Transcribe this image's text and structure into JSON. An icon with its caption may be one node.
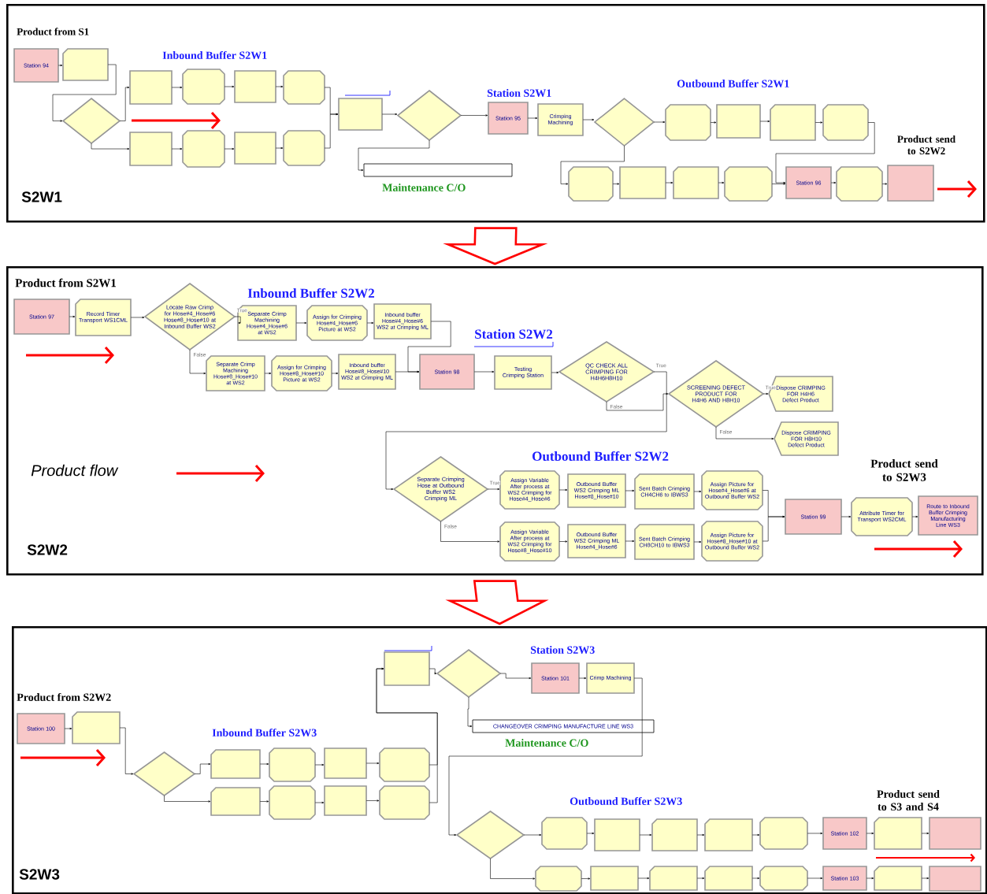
{
  "diagram": {
    "nodes": [
      {
        "text": [
          "Product from S1",
          "Inbound Buffer S2W1",
          "Station S2W1",
          "Outbound Buffer S2W1",
          "Maintenance C/O",
          "Product send to S2W2",
          "S2W1"
        ]
      },
      {
        "text": [
          "Station 94"
        ],
        "in": 0
      },
      {
        "text": [],
        "shape": "box",
        "in": 0
      },
      {
        "text": [],
        "shape": "diamond",
        "in": 0
      },
      {
        "text": [],
        "shape": "box",
        "in": 0
      },
      {
        "text": [],
        "shape": "box",
        "in": 0
      },
      {
        "text": [],
        "shape": "box",
        "in": 0
      },
      {
        "text": [],
        "shape": "box",
        "in": 0
      },
      {
        "text": [],
        "shape": "box",
        "in": 0
      },
      {
        "text": [],
        "shape": "box",
        "in": 0
      },
      {
        "text": [],
        "shape": "box",
        "in": 0
      },
      {
        "text": [],
        "shape": "box",
        "in": 0
      },
      {
        "text": [],
        "shape": "box",
        "in": 0
      },
      {
        "text": [],
        "shape": "diamond",
        "in": 0
      },
      {
        "text": [
          "Station 95"
        ],
        "in": 0
      },
      {
        "text": [
          "Crimping Machining"
        ],
        "in": 0
      },
      {
        "text": [],
        "shape": "diamond",
        "in": 0
      },
      {
        "text": [],
        "shape": "box",
        "in": 0
      },
      {
        "text": [],
        "shape": "box",
        "in": 0
      },
      {
        "text": [],
        "shape": "box",
        "in": 0
      },
      {
        "text": [],
        "shape": "box",
        "in": 0
      },
      {
        "text": [],
        "shape": "box",
        "in": 0
      },
      {
        "text": [],
        "shape": "box",
        "in": 0
      },
      {
        "text": [],
        "shape": "box",
        "in": 0
      },
      {
        "text": [],
        "shape": "box",
        "in": 0
      },
      {
        "text": [],
        "shape": "box",
        "in": 0
      },
      {
        "text": [
          "Station 96"
        ],
        "in": 0
      },
      {
        "text": [],
        "shape": "box",
        "in": 0
      },
      {
        "text": [],
        "shape": "box",
        "in": 0
      },
      {
        "text": [
          "Product from S2W1",
          "Inbound Buffer S2W2",
          "Station S2W2",
          "Product flow",
          "Outbound Buffer S2W2",
          "Product send to S2W3",
          "S2W2"
        ]
      },
      {
        "text": [
          "Station 97"
        ],
        "in": 29
      },
      {
        "text": [
          "Record Timer Transport WS1CML"
        ],
        "in": 29
      },
      {
        "text": [
          "Locate Raw Crimp for Hose#4_Hose#6 Hose#8_Hose#10 at Inbound Buffer WS2"
        ],
        "in": 29
      },
      {
        "text": [
          "Separate Crimp Machining Hose#4_Hose#6 at WS2"
        ],
        "in": 29
      },
      {
        "text": [
          "Assign for Crimping Hose#4_Hose#6 Picture at WS2"
        ],
        "in": 29
      },
      {
        "text": [
          "Inbound buffer Hose#4_Hose#6 WS2 at Crimping ML"
        ],
        "in": 29
      },
      {
        "text": [
          "Separate Crimp Machining Hose#8_Hose#10 at WS2"
        ],
        "in": 29
      },
      {
        "text": [
          "Assign for Crimping Hose#8_Hose#10 Picture at WS2"
        ],
        "in": 29
      },
      {
        "text": [
          "Inbound buffer Hose#8_Hose#10 WS2 at Crimping ML"
        ],
        "in": 29
      },
      {
        "text": [
          "Station 98"
        ],
        "in": 29
      },
      {
        "text": [
          "Testing Crimping Station"
        ],
        "in": 29
      },
      {
        "text": [
          "QC CHECK ALL CRIMPING FOR H4H6H8H10"
        ],
        "in": 29
      },
      {
        "text": [
          "SCREENING DEFECT PRODUCT FOR H4H6 AND H8H10"
        ],
        "in": 29
      },
      {
        "text": [
          "Dispose CRIMPING FOR H4H6 Defect Product"
        ],
        "in": 29
      },
      {
        "text": [
          "Dispose CRIMPING FOR H8H10 Defect Product"
        ],
        "in": 29
      },
      {
        "text": [
          "Separate Crimping Hose at Outbound Buffer WS2 Crimping ML"
        ],
        "in": 29
      },
      {
        "text": [
          "Assign Variable After process at WS2 Crimping for Hose#4_Hose#6"
        ],
        "in": 29
      },
      {
        "text": [
          "Outbound Buffer WS2 Crimping ML Hose#8_Hose#10"
        ],
        "in": 29
      },
      {
        "text": [
          "Sent Batch Crimping CH4CH6 to IBWS3"
        ],
        "in": 29
      },
      {
        "text": [
          "Assign Picture for Hose#4_Hose#6 at Outbound Buffer WS2"
        ],
        "in": 29
      },
      {
        "text": [
          "Assign Variable After process at WS2 Crimping for Hose#8_Hose#10"
        ],
        "in": 29
      },
      {
        "text": [
          "Outbound Buffer WS2 Crimping ML Hose#4_Hose#6"
        ],
        "in": 29
      },
      {
        "text": [
          "Sent Batch Crimping CH8CH10 to IBWS3"
        ],
        "in": 29
      },
      {
        "text": [
          "Assign Picture for Hose#8_Hose#10 at Outbound Buffer WS2"
        ],
        "in": 29
      },
      {
        "text": [
          "Station 99"
        ],
        "in": 29
      },
      {
        "text": [
          "Attribute Timer for Transport WS2CML"
        ],
        "in": 29
      },
      {
        "text": [
          "Route to Inbound Buffer Crimping Manufacturing Line WS3"
        ],
        "in": 29
      },
      {
        "text": [
          "Product from S2W2",
          "Station S2W3",
          "Inbound Buffer S2W3",
          "Maintenance C/O",
          "Outbound Buffer S2W3",
          "Product send to S3 and S4",
          "S2W3"
        ]
      },
      {
        "text": [
          "Station 100"
        ],
        "in": 57
      },
      {
        "text": [],
        "shape": "box",
        "in": 57
      },
      {
        "text": [],
        "shape": "diamond",
        "in": 57
      },
      {
        "text": [],
        "shape": "box",
        "in": 57
      },
      {
        "text": [],
        "shape": "box",
        "in": 57
      },
      {
        "text": [],
        "shape": "box",
        "in": 57
      },
      {
        "text": [],
        "shape": "box",
        "in": 57
      },
      {
        "text": [],
        "shape": "box",
        "in": 57
      },
      {
        "text": [],
        "shape": "box",
        "in": 57
      },
      {
        "text": [],
        "shape": "box",
        "in": 57
      },
      {
        "text": [],
        "shape": "box",
        "in": 57
      },
      {
        "text": [],
        "shape": "box",
        "in": 57
      },
      {
        "text": [],
        "shape": "diamond",
        "in": 57
      },
      {
        "text": [
          "Station 101"
        ],
        "in": 57
      },
      {
        "text": [
          "Crimp Machining"
        ],
        "in": 57
      },
      {
        "text": [
          "CHANGEOVER CRIMPING MANUFACTURE LINE WS3"
        ],
        "in": 57
      },
      {
        "text": [],
        "shape": "diamond",
        "in": 57
      },
      {
        "text": [],
        "shape": "box",
        "in": 57
      },
      {
        "text": [],
        "shape": "box",
        "in": 57
      },
      {
        "text": [],
        "shape": "box",
        "in": 57
      },
      {
        "text": [],
        "shape": "box",
        "in": 57
      },
      {
        "text": [],
        "shape": "box",
        "in": 57
      },
      {
        "text": [
          "Station 102"
        ],
        "in": 57
      },
      {
        "text": [],
        "shape": "box",
        "in": 57
      },
      {
        "text": [],
        "shape": "box",
        "in": 57
      },
      {
        "text": [],
        "shape": "box",
        "in": 57
      },
      {
        "text": [],
        "shape": "box",
        "in": 57
      },
      {
        "text": [],
        "shape": "box",
        "in": 57
      },
      {
        "text": [],
        "shape": "box",
        "in": 57
      },
      {
        "text": [],
        "shape": "box",
        "in": 57
      },
      {
        "text": [
          "Station 103"
        ],
        "in": 57
      },
      {
        "text": [],
        "shape": "box",
        "in": 57
      },
      {
        "text": [],
        "shape": "box",
        "in": 57
      }
    ],
    "edges": [
      {
        "from": 0,
        "to": 29,
        "arrow": "to",
        "style": "thick",
        "color": "#ff0000"
      },
      {
        "from": 29,
        "to": 57,
        "arrow": "to",
        "style": "thick",
        "color": "#ff0000"
      },
      {
        "from": 1,
        "to": 2,
        "arrow": "to"
      },
      {
        "from": 2,
        "to": 3,
        "arrow": "to"
      },
      {
        "from": 3,
        "to": 4,
        "arrow": "to"
      },
      {
        "from": 3,
        "to": 8,
        "arrow": "to"
      },
      {
        "from": 4,
        "to": 5,
        "arrow": "to"
      },
      {
        "from": 5,
        "to": 6,
        "arrow": "to"
      },
      {
        "from": 6,
        "to": 7,
        "arrow": "to"
      },
      {
        "from": 8,
        "to": 9,
        "arrow": "to"
      },
      {
        "from": 9,
        "to": 10,
        "arrow": "to"
      },
      {
        "from": 10,
        "to": 11,
        "arrow": "to"
      },
      {
        "from": 7,
        "to": 12,
        "arrow": "to"
      },
      {
        "from": 11,
        "to": 12,
        "arrow": "to"
      },
      {
        "from": 12,
        "to": 13,
        "arrow": "to"
      },
      {
        "from": 13,
        "to": 14,
        "arrow": "to"
      },
      {
        "from": 13,
        "to": 17,
        "arrow": "to"
      },
      {
        "from": 14,
        "to": 15,
        "arrow": "to"
      },
      {
        "from": 15,
        "to": 16,
        "arrow": "to"
      },
      {
        "from": 16,
        "to": 18,
        "arrow": "to"
      },
      {
        "from": 16,
        "to": 22,
        "arrow": "to"
      },
      {
        "from": 18,
        "to": 19,
        "arrow": "to"
      },
      {
        "from": 19,
        "to": 20,
        "arrow": "to"
      },
      {
        "from": 20,
        "to": 21,
        "arrow": "to"
      },
      {
        "from": 22,
        "to": 23,
        "arrow": "to"
      },
      {
        "from": 23,
        "to": 24,
        "arrow": "to"
      },
      {
        "from": 24,
        "to": 25,
        "arrow": "to"
      },
      {
        "from": 21,
        "to": 26,
        "arrow": "to"
      },
      {
        "from": 25,
        "to": 26,
        "arrow": "to"
      },
      {
        "from": 26,
        "to": 27,
        "arrow": "to"
      },
      {
        "from": 27,
        "to": 28,
        "arrow": "to"
      },
      {
        "from": 30,
        "to": 31,
        "arrow": "to"
      },
      {
        "from": 31,
        "to": 32,
        "arrow": "to"
      },
      {
        "from": 32,
        "to": 33,
        "arrow": "to",
        "label": "True"
      },
      {
        "from": 32,
        "to": 36,
        "arrow": "to",
        "label": "False"
      },
      {
        "from": 33,
        "to": 34,
        "arrow": "to"
      },
      {
        "from": 34,
        "to": 35,
        "arrow": "to"
      },
      {
        "from": 36,
        "to": 37,
        "arrow": "to"
      },
      {
        "from": 37,
        "to": 38,
        "arrow": "to"
      },
      {
        "from": 35,
        "to": 39,
        "arrow": "to"
      },
      {
        "from": 38,
        "to": 39,
        "arrow": "to"
      },
      {
        "from": 39,
        "to": 40,
        "arrow": "to"
      },
      {
        "from": 40,
        "to": 41,
        "arrow": "to"
      },
      {
        "from": 41,
        "to": 45,
        "arrow": "to",
        "label": "True"
      },
      {
        "from": 41,
        "to": 42,
        "arrow": "to",
        "label": "False"
      },
      {
        "from": 42,
        "to": 43,
        "arrow": "to",
        "label": "True"
      },
      {
        "from": 42,
        "to": 44,
        "arrow": "to",
        "label": "False"
      },
      {
        "from": 45,
        "to": 46,
        "arrow": "to",
        "label": "True"
      },
      {
        "from": 45,
        "to": 50,
        "arrow": "to",
        "label": "False"
      },
      {
        "from": 46,
        "to": 47,
        "arrow": "to"
      },
      {
        "from": 47,
        "to": 48,
        "arrow": "to"
      },
      {
        "from": 48,
        "to": 49,
        "arrow": "to"
      },
      {
        "from": 50,
        "to": 51,
        "arrow": "to"
      },
      {
        "from": 51,
        "to": 52,
        "arrow": "to"
      },
      {
        "from": 52,
        "to": 53,
        "arrow": "to"
      },
      {
        "from": 49,
        "to": 54,
        "arrow": "to"
      },
      {
        "from": 53,
        "to": 54,
        "arrow": "to"
      },
      {
        "from": 54,
        "to": 55,
        "arrow": "to"
      },
      {
        "from": 55,
        "to": 56,
        "arrow": "to"
      },
      {
        "from": 58,
        "to": 59,
        "arrow": "to"
      },
      {
        "from": 59,
        "to": 60,
        "arrow": "to"
      },
      {
        "from": 60,
        "to": 61,
        "arrow": "to"
      },
      {
        "from": 60,
        "to": 65,
        "arrow": "to"
      },
      {
        "from": 61,
        "to": 62,
        "arrow": "to"
      },
      {
        "from": 62,
        "to": 63,
        "arrow": "to"
      },
      {
        "from": 63,
        "to": 64,
        "arrow": "to"
      },
      {
        "from": 65,
        "to": 66,
        "arrow": "to"
      },
      {
        "from": 66,
        "to": 67,
        "arrow": "to"
      },
      {
        "from": 67,
        "to": 68,
        "arrow": "to"
      },
      {
        "from": 64,
        "to": 69,
        "arrow": "to"
      },
      {
        "from": 68,
        "to": 69,
        "arrow": "to"
      },
      {
        "from": 69,
        "to": 70,
        "arrow": "to"
      },
      {
        "from": 70,
        "to": 71,
        "arrow": "to"
      },
      {
        "from": 70,
        "to": 73,
        "arrow": "to"
      },
      {
        "from": 71,
        "to": 72,
        "arrow": "to"
      },
      {
        "from": 72,
        "to": 74,
        "arrow": "to"
      },
      {
        "from": 74,
        "to": 75,
        "arrow": "to"
      },
      {
        "from": 74,
        "to": 83,
        "arrow": "to"
      },
      {
        "from": 75,
        "to": 76,
        "arrow": "to"
      },
      {
        "from": 76,
        "to": 77,
        "arrow": "to"
      },
      {
        "from": 77,
        "to": 78,
        "arrow": "to"
      },
      {
        "from": 78,
        "to": 79,
        "arrow": "to"
      },
      {
        "from": 79,
        "to": 80,
        "arrow": "to"
      },
      {
        "from": 80,
        "to": 81,
        "arrow": "to"
      },
      {
        "from": 81,
        "to": 82,
        "arrow": "to"
      },
      {
        "from": 83,
        "to": 84,
        "arrow": "to"
      },
      {
        "from": 84,
        "to": 85,
        "arrow": "to"
      },
      {
        "from": 85,
        "to": 86,
        "arrow": "to"
      },
      {
        "from": 86,
        "to": 87,
        "arrow": "to"
      },
      {
        "from": 87,
        "to": 88,
        "arrow": "to"
      },
      {
        "from": 88,
        "to": 89,
        "arrow": "to"
      },
      {
        "from": 89,
        "to": 90,
        "arrow": "to"
      }
    ]
  }
}
